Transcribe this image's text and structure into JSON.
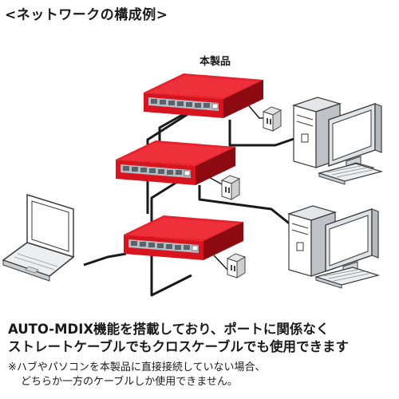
{
  "title": "<ネットワークの構成例>",
  "product_label": "本製品",
  "description": [
    "AUTO-MDIX機能を搭載しており、ポートに関係なく",
    "ストレートケーブルでもクロスケーブルでも使用できます"
  ],
  "note": [
    "※ハブやパソコンを本製品に直接接続していない場合、",
    "どちらか一方のケーブルしか使用できません。"
  ],
  "colors": {
    "hub_red": "#d8141e",
    "hub_dark": "#8c0a10",
    "port_gray": "#b4bcc4",
    "cable": "#1a1a1a"
  },
  "icons": [
    "network-hub-icon",
    "power-adapter-icon",
    "desktop-pc-icon",
    "monitor-icon",
    "keyboard-icon",
    "laptop-icon"
  ]
}
